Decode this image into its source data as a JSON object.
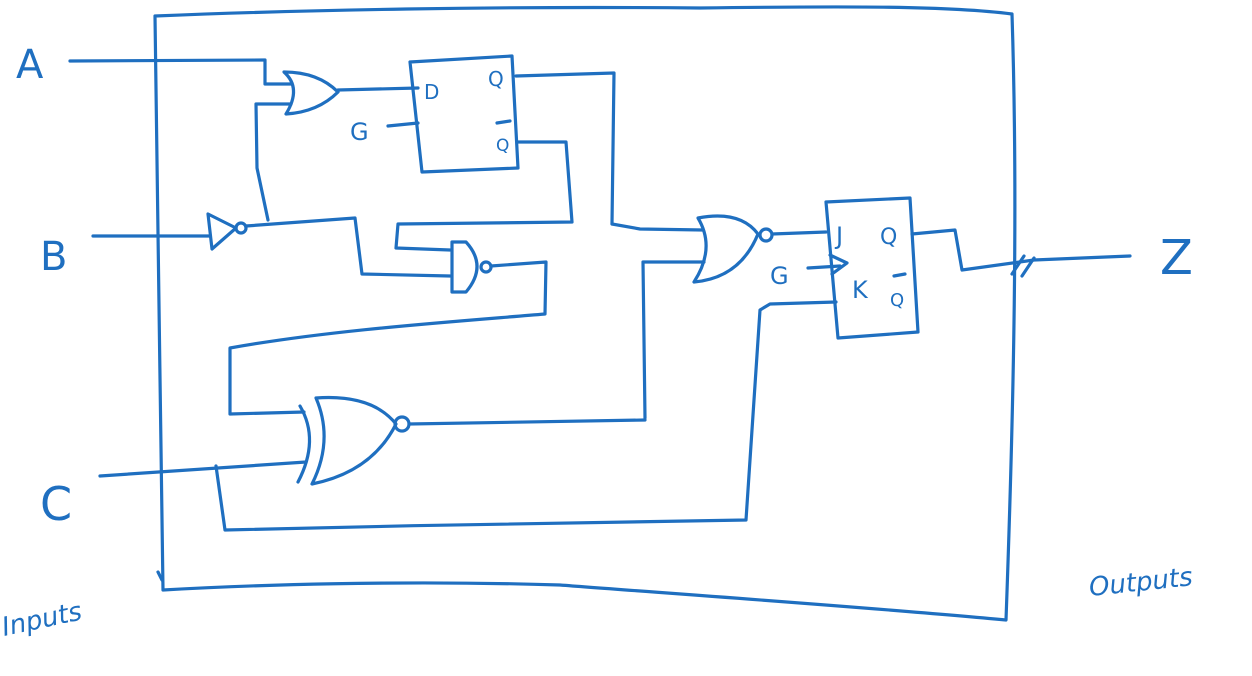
{
  "style": {
    "ink": "#1f6fc0",
    "background": "#ffffff"
  },
  "inputs": {
    "a": "A",
    "b": "B",
    "c": "C",
    "caption": "Inputs"
  },
  "outputs": {
    "z": "Z",
    "caption": "Outputs"
  },
  "d_flipflop": {
    "d": "D",
    "clk": "G",
    "q": "Q",
    "qbar": "Q"
  },
  "jk_flipflop": {
    "j": "J",
    "clk": "G",
    "k": "K",
    "q": "Q",
    "qbar": "Q"
  }
}
